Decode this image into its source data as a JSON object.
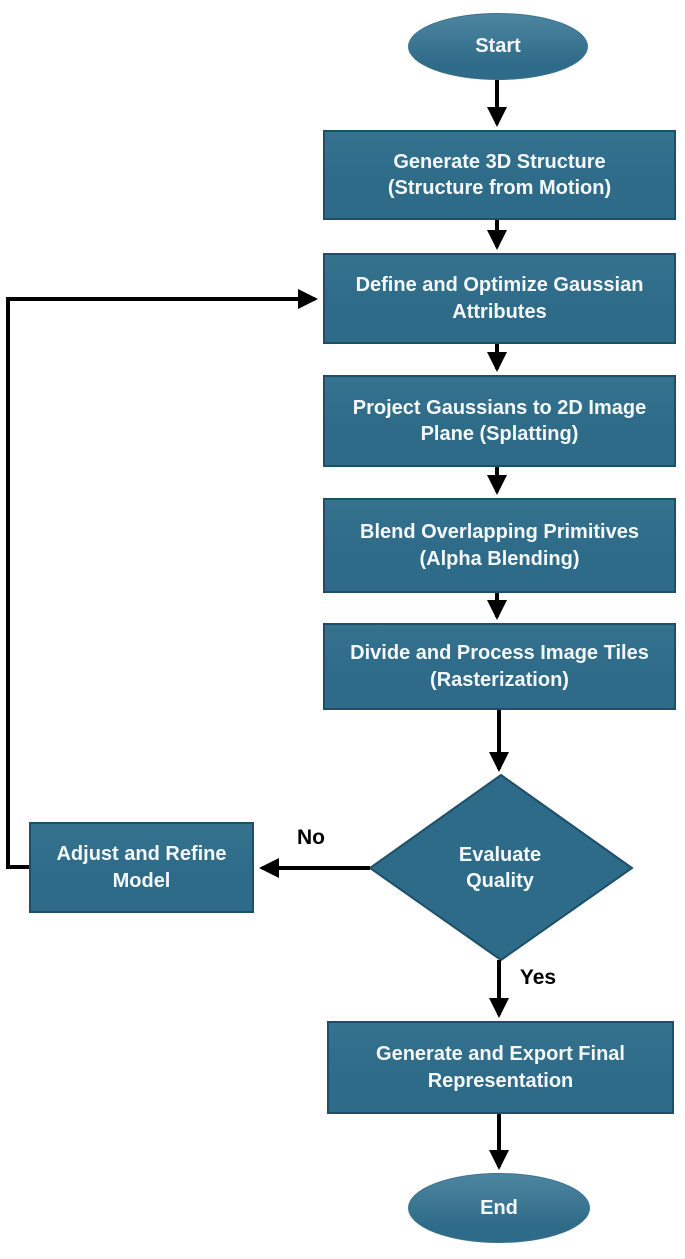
{
  "diagram": {
    "type": "flowchart",
    "colors": {
      "node_fill": "#2e6b88",
      "node_fill_light": "#4d85a0",
      "node_border": "#1d4f68",
      "node_text": "#f4f8f9",
      "arrow": "#000000",
      "edge_label_text": "#000000",
      "background": "#ffffff"
    },
    "nodes": {
      "start": {
        "shape": "ellipse",
        "label": "Start"
      },
      "generate_structure": {
        "shape": "rectangle",
        "label": "Generate 3D Structure\n(Structure from Motion)"
      },
      "define_optimize": {
        "shape": "rectangle",
        "label": "Define and Optimize Gaussian\nAttributes"
      },
      "project_gaussians": {
        "shape": "rectangle",
        "label": "Project Gaussians to 2D Image\nPlane (Splatting)"
      },
      "blend_primitives": {
        "shape": "rectangle",
        "label": "Blend Overlapping Primitives\n(Alpha Blending)"
      },
      "divide_tiles": {
        "shape": "rectangle",
        "label": "Divide and Process Image Tiles\n(Rasterization)"
      },
      "evaluate_quality": {
        "shape": "diamond",
        "label": "Evaluate\nQuality"
      },
      "adjust_refine": {
        "shape": "rectangle",
        "label": "Adjust and Refine\nModel"
      },
      "export_final": {
        "shape": "rectangle",
        "label": "Generate and Export Final\nRepresentation"
      },
      "end": {
        "shape": "ellipse",
        "label": "End"
      }
    },
    "edges": {
      "no_label": "No",
      "yes_label": "Yes"
    }
  }
}
